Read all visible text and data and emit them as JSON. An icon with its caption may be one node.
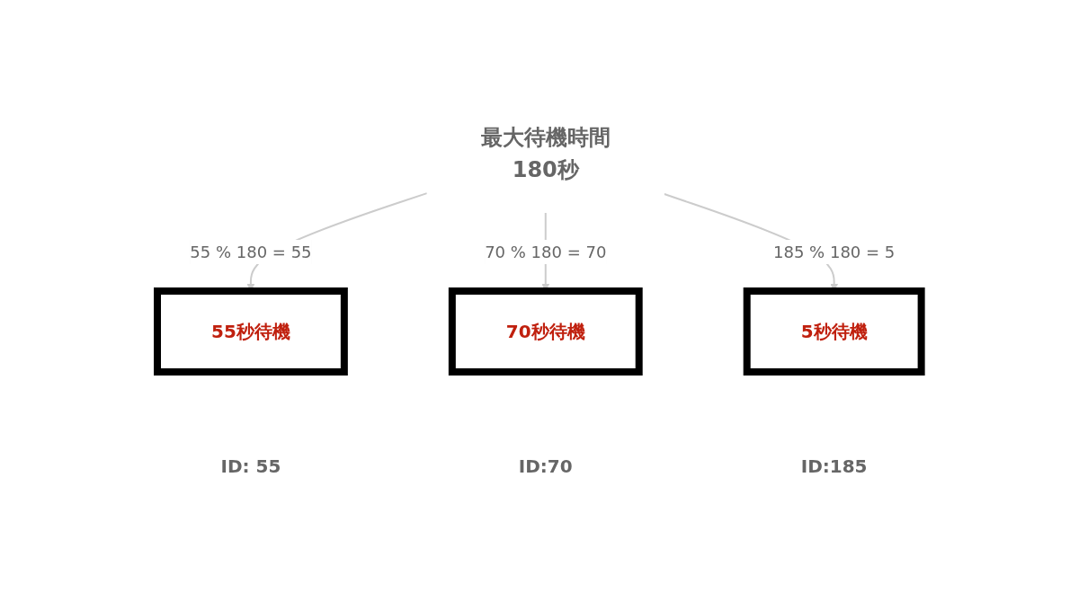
{
  "diagram": {
    "nodes": [
      {
        "text": [
          "最大待機時間",
          "180秒"
        ]
      },
      {
        "text": [
          "55秒待機"
        ]
      },
      {
        "text": [
          "70秒待機"
        ]
      },
      {
        "text": [
          "5秒待機"
        ]
      },
      {
        "text": [
          "ID: 55"
        ]
      },
      {
        "text": [
          "ID:70"
        ]
      },
      {
        "text": [
          "ID:185"
        ]
      }
    ],
    "edges": [
      {
        "from": 0,
        "to": 1,
        "arrow": "to",
        "label": "55 % 180 = 55"
      },
      {
        "from": 0,
        "to": 2,
        "arrow": "to",
        "label": "70 % 180 = 70"
      },
      {
        "from": 0,
        "to": 3,
        "arrow": "to",
        "label": "185 % 180 = 5"
      }
    ]
  }
}
